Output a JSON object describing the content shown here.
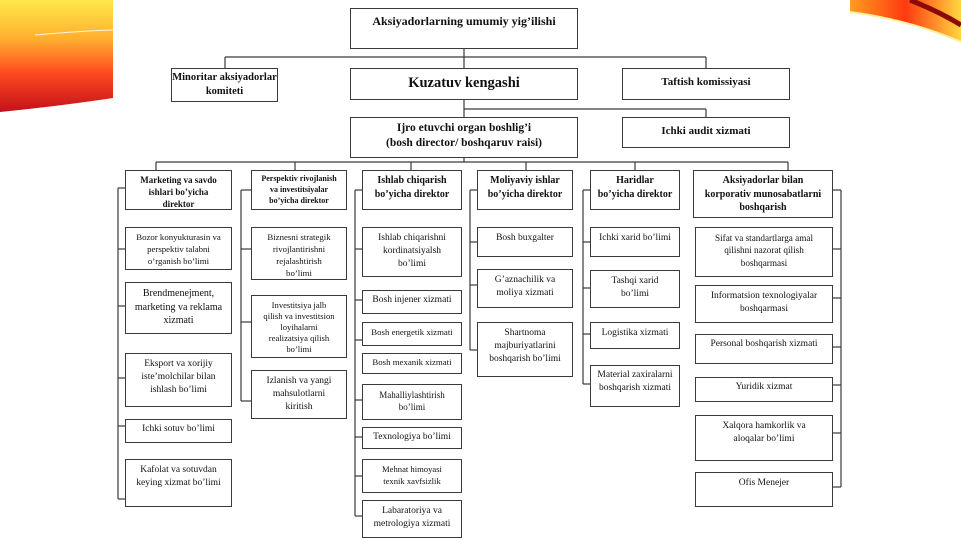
{
  "title": "Aksiyadorlarning umumiy yig’ilishi",
  "top_level": {
    "minority": "Minoritar aksiyadorlar\nkomiteti",
    "supervisory": "Kuzatuv kengashi",
    "audit_commission": "Taftish komissiyasi"
  },
  "executive": {
    "head": "Ijro etuvchi organ boshlig’i\n(bosh director/ boshqaruv raisi)",
    "internal_audit": "Ichki audit xizmati"
  },
  "departments": [
    {
      "director": "Marketing va savdo\nishlari bo’yicha\ndirektor",
      "units": [
        "Bozor konyukturasin va\nperspektiv talabni\no’rganish bo’limi",
        "Brendmenejment,\nmarketing va reklama\nxizmati",
        "Eksport va xorijiy\niste’molchilar bilan\nishlash bo’limi",
        "Ichki sotuv bo’limi",
        "Kafolat va sotuvdan\nkeying xizmat bo’limi"
      ]
    },
    {
      "director": "Perspektiv rivojlanish\nva investitsiyalar\nbo’yicha direktor",
      "units": [
        "Biznesni strategik\nrivojlantirishni\nrejalashtirish\nbo’limi",
        "Investitsiya jalb\nqilish va investitsion\nloyihalarni\nrealizatsiya qilish\nbo’limi",
        "Izlanish va yangi\nmahsulotlarni\nkiritish"
      ]
    },
    {
      "director": "Ishlab chiqarish\nbo’yicha direktor",
      "units": [
        "Ishlab chiqarishni\nkordinatsiyalsh\nbo’limi",
        "Bosh injener xizmati",
        "Bosh energetik xizmati",
        "Bosh mexanik xizmati",
        "Mahalliylashtirish\nbo’limi",
        "Texnologiya bo’limi",
        "Mehnat himoyasi\ntexnik xavfsizlik",
        "Labaratoriya va\nmetrologiya xizmati"
      ]
    },
    {
      "director": "Moliyaviy ishlar\nbo’yicha direktor",
      "units": [
        "Bosh buxgalter",
        "G’aznachilik va\nmoliya xizmati",
        "Shartnoma\nmajburiyatlarini\nboshqarish bo’limi"
      ]
    },
    {
      "director": "Haridlar\nbo’yicha direktor",
      "units": [
        "Ichki xarid bo’limi",
        "Tashqi xarid\nbo’limi",
        "Logistika xizmati",
        "Material zaxiralarni\nboshqarish xizmati"
      ]
    },
    {
      "director": "Aksiyadorlar bilan\nkorporativ munosabatlarni\nboshqarish",
      "units": [
        "Sifat va standartlarga amal\nqilishni nazorat qilish\nboshqarmasi",
        "Informatsion texnologiyalar\nboshqarmasi",
        "Personal boshqarish xizmati",
        "Yuridik xizmat",
        "Xalqora hamkorlik va\naloqalar bo’limi",
        "Ofis Menejer"
      ]
    }
  ]
}
